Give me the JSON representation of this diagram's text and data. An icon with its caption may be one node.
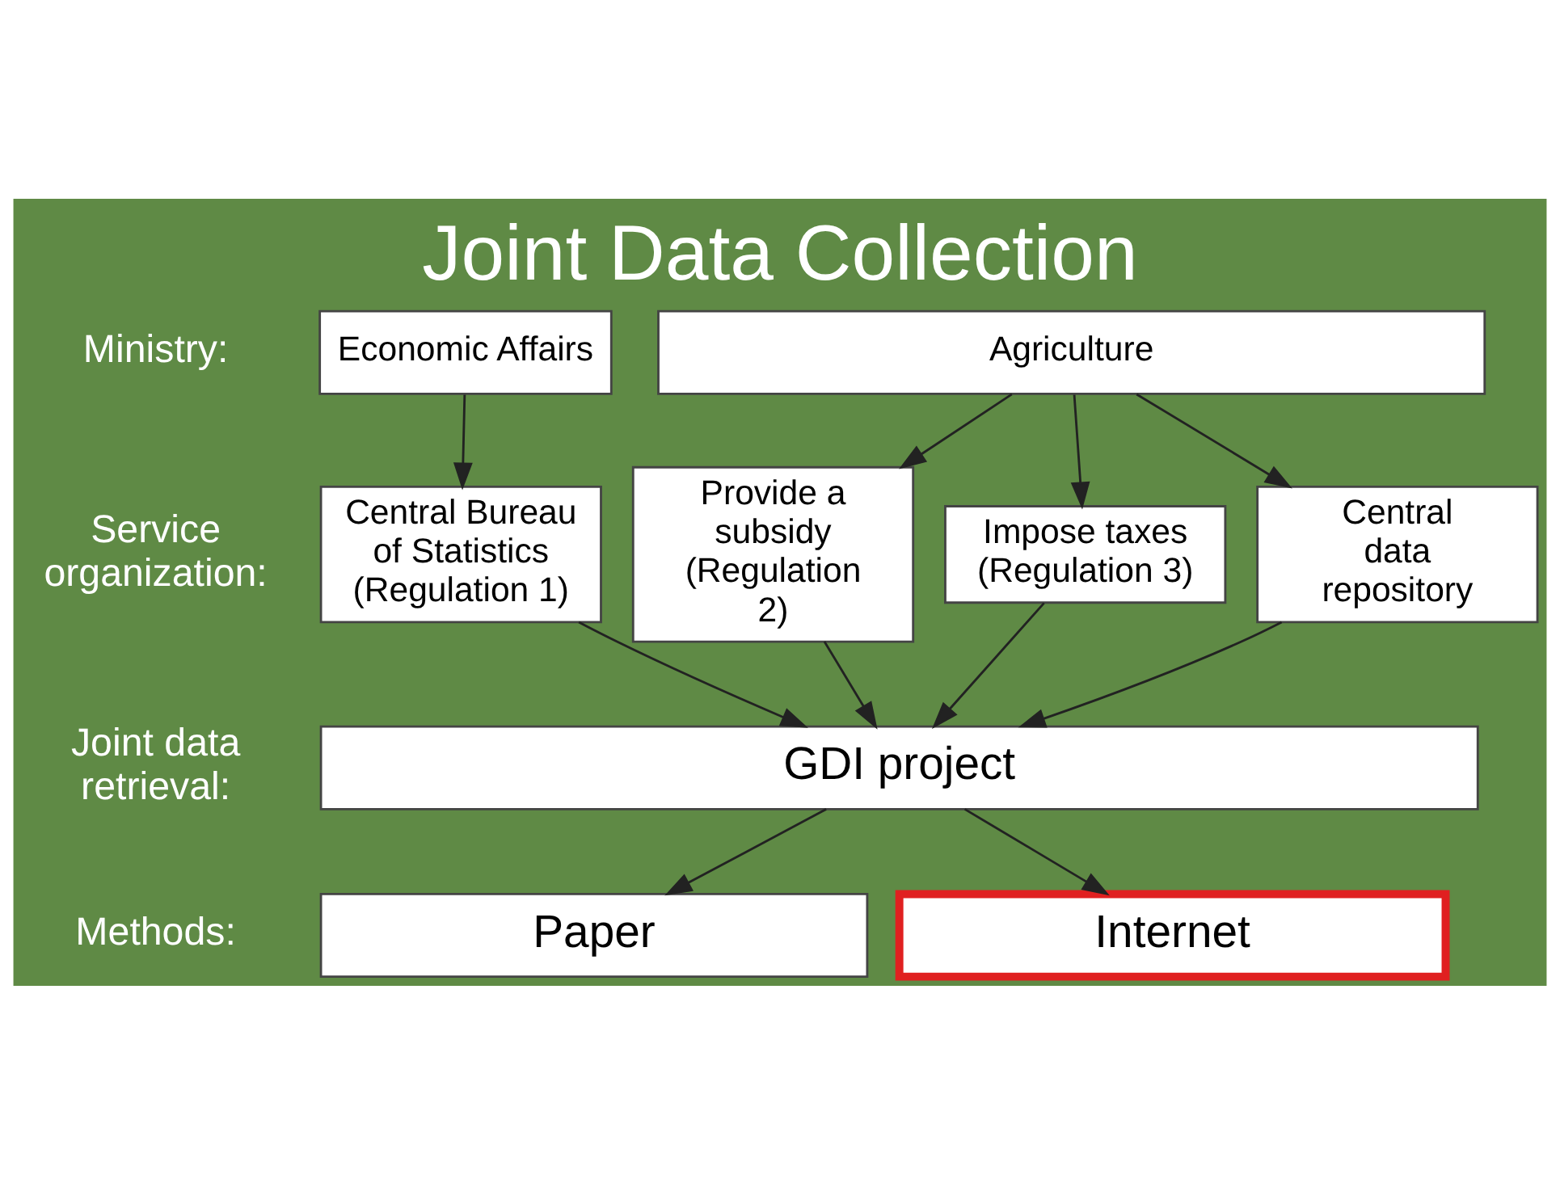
{
  "diagram": {
    "title": "Joint Data Collection",
    "nodes": [
      {
        "text": [
          "Economic Affairs"
        ]
      },
      {
        "text": [
          "Agriculture"
        ]
      },
      {
        "text": [
          "Central Bureau of Statistics (Regulation 1)"
        ]
      },
      {
        "text": [
          "Provide a subsidy (Regulation 2)"
        ]
      },
      {
        "text": [
          "Impose taxes (Regulation 3)"
        ]
      },
      {
        "text": [
          "Central data repository"
        ]
      },
      {
        "text": [
          "GDI project"
        ]
      },
      {
        "text": [
          "Paper"
        ]
      },
      {
        "text": [
          "Internet"
        ]
      }
    ],
    "edges": [
      {
        "from": 0,
        "to": 2,
        "arrow": "to"
      },
      {
        "from": 1,
        "to": 3,
        "arrow": "to"
      },
      {
        "from": 1,
        "to": 4,
        "arrow": "to"
      },
      {
        "from": 1,
        "to": 5,
        "arrow": "to"
      },
      {
        "from": 2,
        "to": 6,
        "arrow": "to"
      },
      {
        "from": 3,
        "to": 6,
        "arrow": "to"
      },
      {
        "from": 4,
        "to": 6,
        "arrow": "to"
      },
      {
        "from": 5,
        "to": 6,
        "arrow": "to"
      },
      {
        "from": 6,
        "to": 7,
        "arrow": "to"
      },
      {
        "from": 6,
        "to": 8,
        "arrow": "to"
      }
    ],
    "labels": [
      "Ministry:",
      "Service organization:",
      "Joint data retrieval:",
      "Methods:"
    ]
  }
}
